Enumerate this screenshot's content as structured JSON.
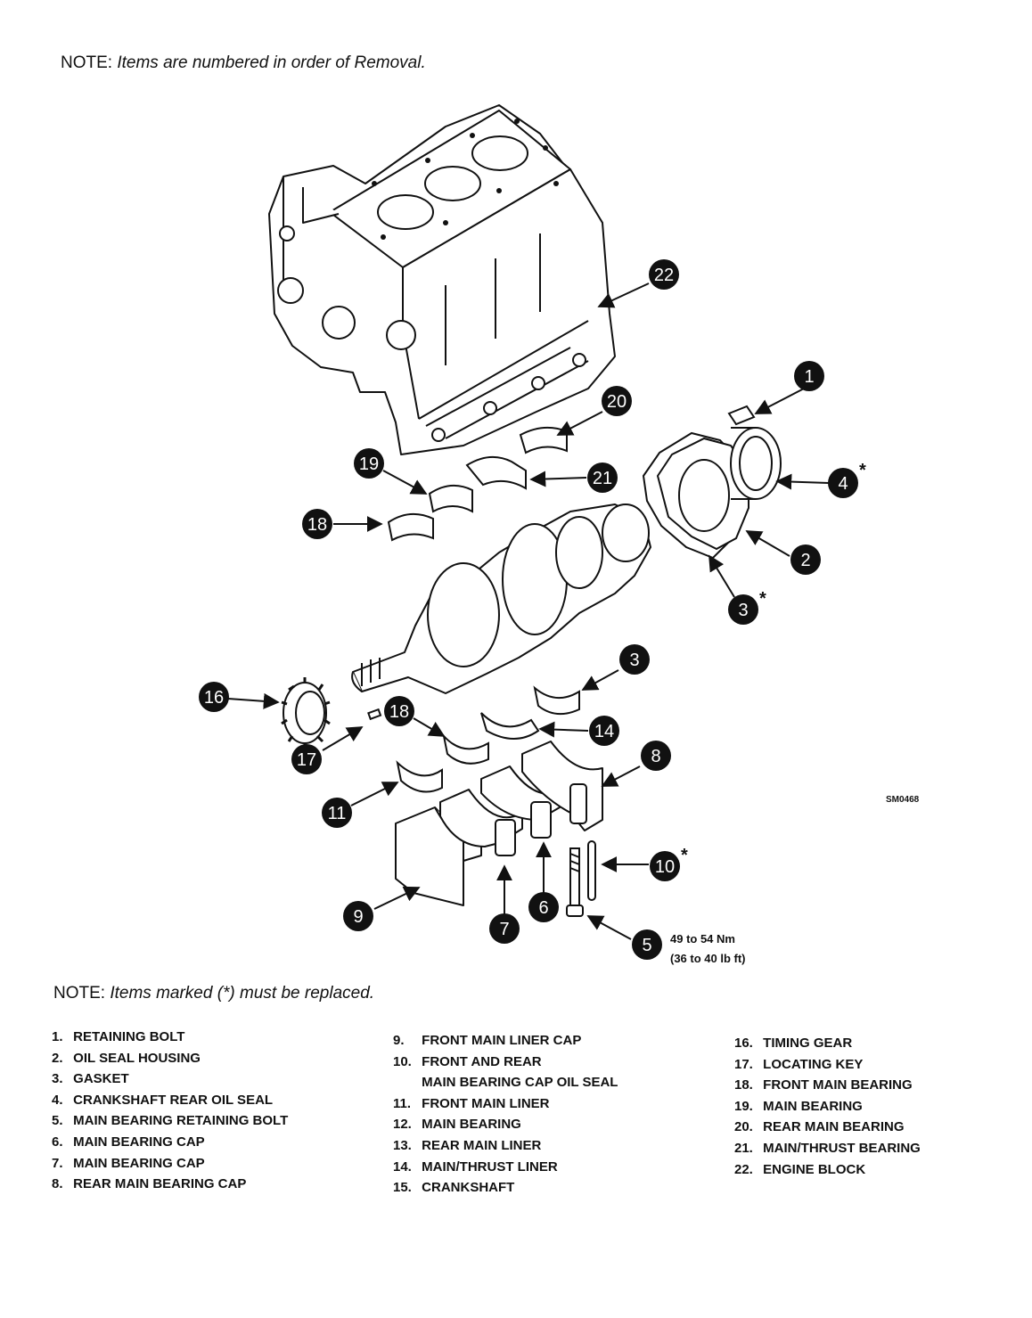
{
  "notes": {
    "top_lead": "NOTE:",
    "top_text": "Items are numbered in order of Removal.",
    "bottom_lead": "NOTE:",
    "bottom_text": "Items marked (*) must be replaced."
  },
  "figure_code": "SM0468",
  "torque": {
    "line1": "49 to 54 Nm",
    "line2": "(36 to 40 lb ft)"
  },
  "callouts": {
    "c1": "1",
    "c2": "2",
    "c3a": "3",
    "c3b": "3",
    "c4": "4",
    "c5": "5",
    "c6": "6",
    "c7": "7",
    "c8": "8",
    "c9": "9",
    "c10": "10",
    "c11": "11",
    "c14": "14",
    "c16": "16",
    "c17": "17",
    "c18a": "18",
    "c18b": "18",
    "c19": "19",
    "c20": "20",
    "c21": "21",
    "c22": "22",
    "asterisk": "*"
  },
  "legend": {
    "col1": [
      {
        "num": "1.",
        "label": "RETAINING BOLT"
      },
      {
        "num": "2.",
        "label": "OIL SEAL HOUSING"
      },
      {
        "num": "3.",
        "label": "GASKET"
      },
      {
        "num": "4.",
        "label": "CRANKSHAFT REAR OIL SEAL"
      },
      {
        "num": "5.",
        "label": "MAIN BEARING RETAINING BOLT"
      },
      {
        "num": "6.",
        "label": "MAIN BEARING CAP"
      },
      {
        "num": "7.",
        "label": "MAIN BEARING CAP"
      },
      {
        "num": "8.",
        "label": "REAR MAIN BEARING CAP"
      }
    ],
    "col2": [
      {
        "num": "9.",
        "label": "FRONT MAIN LINER CAP"
      },
      {
        "num": "10.",
        "label": "FRONT AND REAR"
      },
      {
        "num": "",
        "label": "MAIN BEARING CAP OIL SEAL"
      },
      {
        "num": "11.",
        "label": "FRONT MAIN LINER"
      },
      {
        "num": "12.",
        "label": "MAIN BEARING"
      },
      {
        "num": "13.",
        "label": "REAR MAIN LINER"
      },
      {
        "num": "14.",
        "label": "MAIN/THRUST LINER"
      },
      {
        "num": "15.",
        "label": "CRANKSHAFT"
      }
    ],
    "col3": [
      {
        "num": "16.",
        "label": "TIMING GEAR"
      },
      {
        "num": "17.",
        "label": "LOCATING KEY"
      },
      {
        "num": "18.",
        "label": "FRONT MAIN BEARING"
      },
      {
        "num": "19.",
        "label": "MAIN BEARING"
      },
      {
        "num": "20.",
        "label": "REAR MAIN BEARING"
      },
      {
        "num": "21.",
        "label": "MAIN/THRUST BEARING"
      },
      {
        "num": "22.",
        "label": "ENGINE BLOCK"
      }
    ]
  }
}
